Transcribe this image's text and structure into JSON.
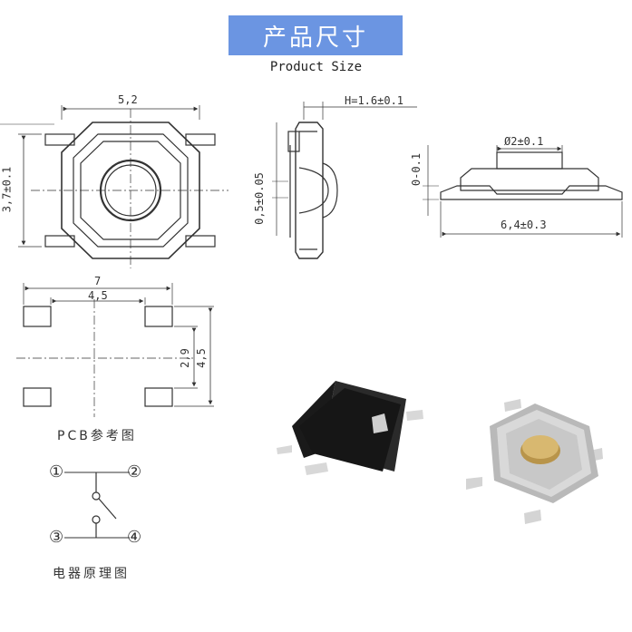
{
  "header": {
    "title": "产品尺寸",
    "subtitle": "Product Size"
  },
  "dimensions": {
    "top_width": "5,2",
    "top_height": "3,7±0.1",
    "side_height": "H=1.6±0.1",
    "side_offset": "0,5±0.05",
    "front_diameter": "Ø2±0.1",
    "front_tolerance": "0-0.1",
    "front_width": "6,4±0.3",
    "pcb_outer": "7",
    "pcb_inner": "4,5",
    "pcb_pitch_inner": "2,9",
    "pcb_pitch_outer": "4,5"
  },
  "captions": {
    "pcb": "PCB参考图",
    "schematic": "电器原理图"
  },
  "pins": [
    "①",
    "②",
    "③",
    "④"
  ],
  "colors": {
    "title_bg": "#6b95e2",
    "button_cap": "#c8a45a",
    "body_metal": "#c9c9c9",
    "base_black": "#1c1c1c"
  }
}
